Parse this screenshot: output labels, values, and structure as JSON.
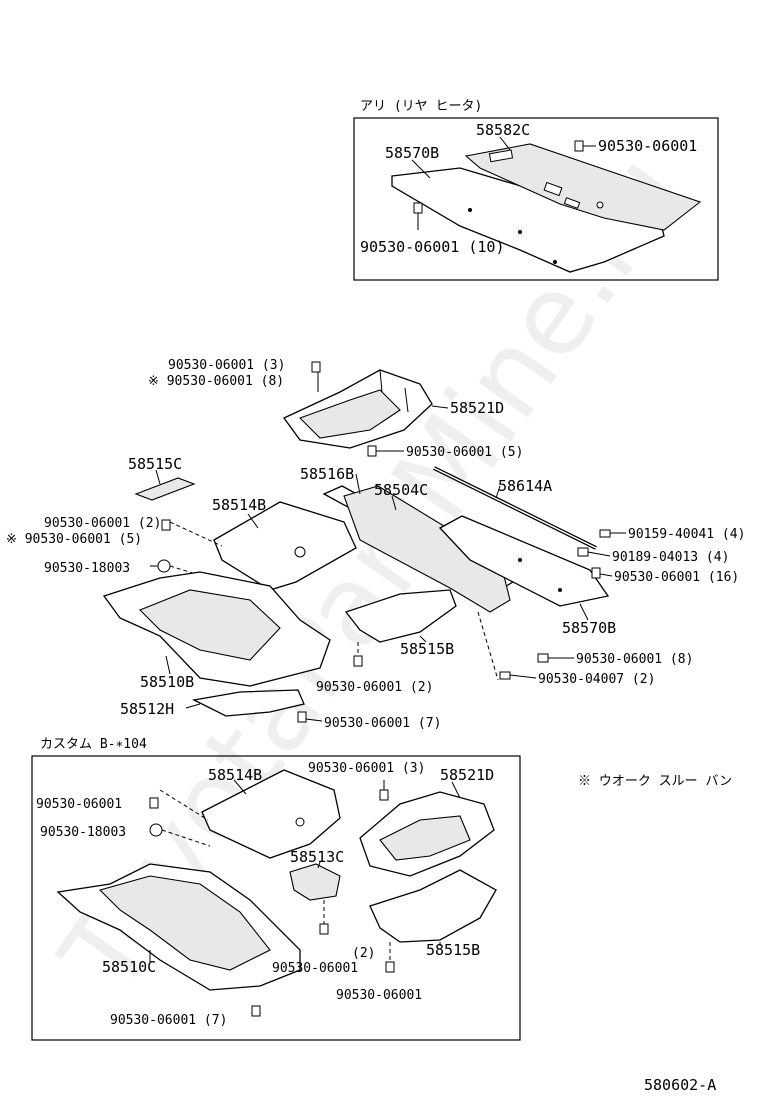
{
  "watermark": "ToyotaPartMine.ru",
  "box_rear_heater": {
    "title": "アリ (リヤ ヒータ)",
    "labels": {
      "p58582C": "58582C",
      "p58570B": "58570B",
      "clip1": "90530-06001",
      "clip2": "90530-06001 (10)"
    }
  },
  "main": {
    "clip_3": "90530-06001 (3)",
    "clip_8": "※ 90530-06001 (8)",
    "p58521D": "58521D",
    "clip_5a": "90530-06001 (5)",
    "p58515C": "58515C",
    "p58516B": "58516B",
    "p58504C": "58504C",
    "p58614A": "58614A",
    "p58514B": "58514B",
    "clip_2a": "90530-06001 (2)",
    "clip_5b": "※ 90530-06001 (5)",
    "p90159": "90159-40041 (4)",
    "p90189": "90189-04013 (4)",
    "clip_16": "90530-06001 (16)",
    "p18003": "90530-18003",
    "p58570B": "58570B",
    "p58515B": "58515B",
    "clip_8b": "90530-06001 (8)",
    "p58510B": "58510B",
    "clip_2b": "90530-06001 (2)",
    "p04007": "90530-04007 (2)",
    "p58512H": "58512H",
    "clip_7": "90530-06001 (7)"
  },
  "box_custom": {
    "title": "カスタム B-∗104",
    "labels": {
      "p58514B": "58514B",
      "clip_3": "90530-06001 (3)",
      "p58521D": "58521D",
      "clip": "90530-06001",
      "p18003": "90530-18003",
      "p58513C": "58513C",
      "p58510C": "58510C",
      "p58515B": "58515B",
      "clip_count": "(2)",
      "clip_b": "90530-06001",
      "clip_c": "90530-06001",
      "clip_7": "90530-06001 (7)"
    }
  },
  "note": "※ ウオーク スルー バン",
  "figure_code": "580602-A"
}
